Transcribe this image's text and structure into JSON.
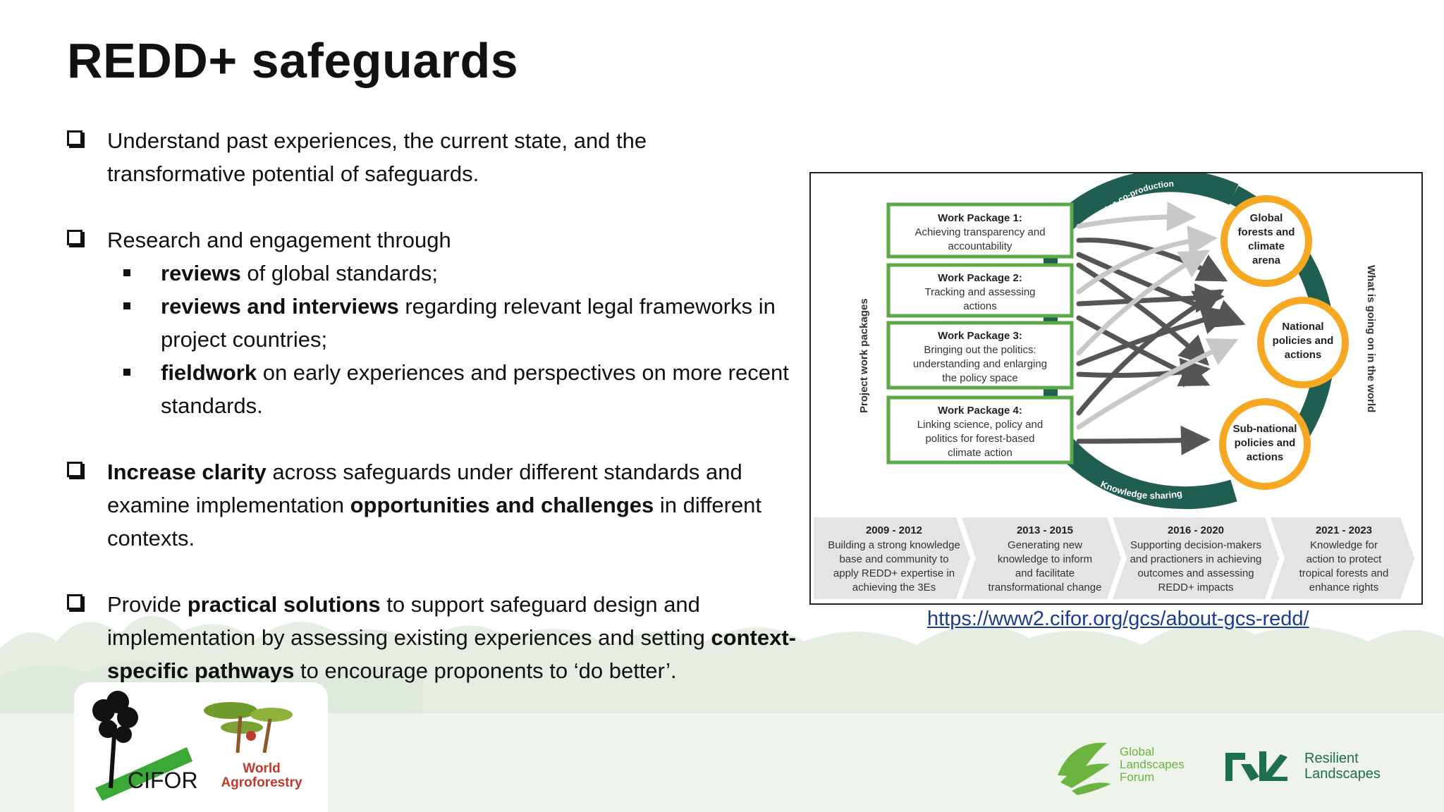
{
  "slide": {
    "title": "REDD+ safeguards"
  },
  "bullets": [
    {
      "lines": [
        "Understand past experiences, the current state, and the",
        "transformative potential of safeguards."
      ]
    },
    {
      "lead": "Research and engagement through",
      "subs": [
        {
          "bold": "reviews",
          "text": " of global standards;"
        },
        {
          "bold": "reviews and interviews",
          "text": " regarding relevant legal frameworks in",
          "cont": "project countries;"
        },
        {
          "bold": "fieldwork",
          "text": " on early experiences and perspectives on more recent",
          "cont": "standards."
        }
      ]
    },
    {
      "b1": "Increase clarity",
      "t1": " across safeguards under different standards and",
      "t2": "examine implementation ",
      "b2": "opportunities and challenges",
      "t3": " in different",
      "t4": "contexts."
    },
    {
      "t1": "Provide ",
      "b1": "practical solutions",
      "t2": " to support safeguard design and",
      "t3": "implementation by assessing existing experiences and setting ",
      "b2": "context-",
      "b3": "specific pathways",
      "t4": " to encourage proponents to ‘do better’."
    }
  ],
  "diagram": {
    "left_label": "Project work packages",
    "right_label": "What is going on in the world",
    "arc_top": "Knowledge co-production",
    "arc_bottom": "Knowledge sharing",
    "work_packages": [
      {
        "title": "Work Package 1:",
        "lines": [
          "Achieving transparency and",
          "accountability"
        ]
      },
      {
        "title": "Work Package 2:",
        "lines": [
          "Tracking and assessing",
          "actions"
        ]
      },
      {
        "title": "Work Package 3:",
        "lines": [
          "Bringing out the politics:",
          "understanding and enlarging",
          "the policy space"
        ]
      },
      {
        "title": "Work Package 4:",
        "lines": [
          "Linking science, policy and",
          "politics for forest-based",
          "climate action"
        ]
      }
    ],
    "targets": [
      {
        "lines": [
          "Global",
          "forests and",
          "climate",
          "arena"
        ]
      },
      {
        "lines": [
          "National",
          "policies and",
          "actions"
        ]
      },
      {
        "lines": [
          "Sub-national",
          "policies and",
          "actions"
        ]
      }
    ],
    "timeline": [
      {
        "years": "2009 - 2012",
        "lines": [
          "Building a strong knowledge",
          "base and community to",
          "apply REDD+ expertise in",
          "achieving the 3Es"
        ]
      },
      {
        "years": "2013 - 2015",
        "lines": [
          "Generating new",
          "knowledge to inform",
          "and facilitate",
          "transformational change"
        ]
      },
      {
        "years": "2016 - 2020",
        "lines": [
          "Supporting decision-makers",
          "and practioners in achieving",
          "outcomes and assessing",
          "REDD+ impacts"
        ]
      },
      {
        "years": "2021 - 2023",
        "lines": [
          "Knowledge for",
          "action to protect",
          "tropical forests and",
          "enhance rights"
        ]
      }
    ]
  },
  "link": "https://www2.cifor.org/gcs/about-gcs-redd/",
  "logos": {
    "cifor": "CIFOR",
    "wa_line1": "World",
    "wa_line2": "Agroforestry",
    "glf_line1": "Global",
    "glf_line2": "Landscapes",
    "glf_line3": "Forum",
    "rl_line1": "Resilient",
    "rl_line2": "Landscapes"
  },
  "colors": {
    "arc": "#1f5e50",
    "wp_border": "#5aaa45",
    "target_fill": "#f7a823",
    "timeline_fill": "#e4e4e4",
    "link": "#1a3d8f",
    "glf_green": "#6cb33f",
    "rl_green": "#1e6f50",
    "wa_red": "#c0392b"
  }
}
